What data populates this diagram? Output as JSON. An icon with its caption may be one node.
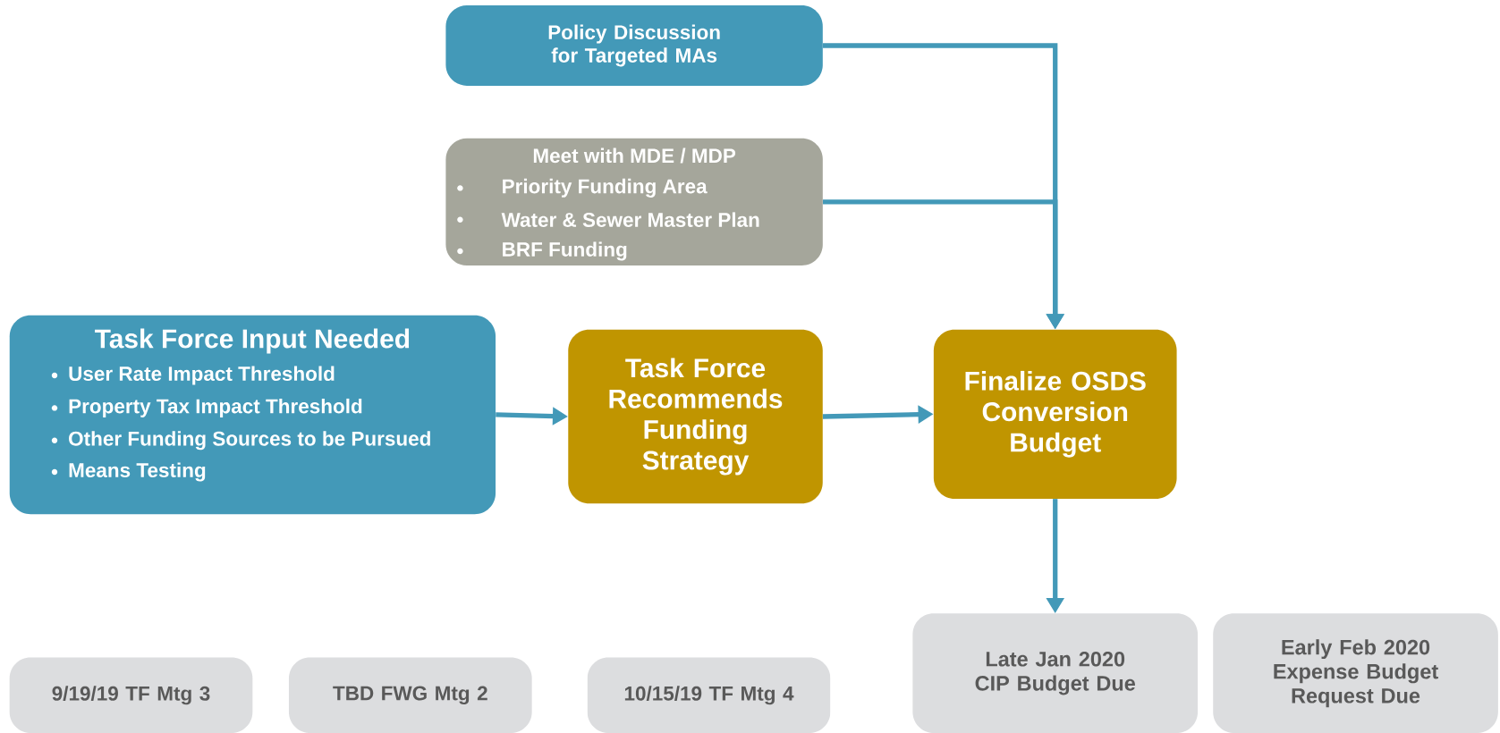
{
  "diagram": {
    "nodes": [
      {
        "text": [
          "Policy Discussion for Targeted MAs"
        ]
      },
      {
        "text": [
          "Meet with MDE / MDP",
          "Priority Funding Area",
          "Water & Sewer Master Plan",
          "BRF Funding"
        ]
      },
      {
        "text": [
          "Task Force Input Needed",
          "User Rate Impact Threshold",
          "Property Tax Impact Threshold",
          "Other Funding Sources to be Pursued",
          "Means Testing"
        ]
      },
      {
        "text": [
          "Task Force Recommends Funding Strategy"
        ]
      },
      {
        "text": [
          "Finalize OSDS Conversion Budget"
        ]
      },
      {
        "text": [
          "9/19/19 TF Mtg 3"
        ]
      },
      {
        "text": [
          "TBD FWG Mtg 2"
        ]
      },
      {
        "text": [
          "10/15/19 TF Mtg 4"
        ]
      },
      {
        "text": [
          "Late Jan 2020 CIP Budget Due"
        ]
      },
      {
        "text": [
          "Early Feb 2020 Expense Budget Request Due"
        ]
      }
    ],
    "edges": [
      {
        "from": 0,
        "to": 4,
        "arrow": "to"
      },
      {
        "from": 1,
        "to": 4,
        "arrow": "to"
      },
      {
        "from": 2,
        "to": 3,
        "arrow": "to"
      },
      {
        "from": 3,
        "to": 4,
        "arrow": "to"
      },
      {
        "from": 4,
        "to": 8,
        "arrow": "to"
      }
    ]
  }
}
